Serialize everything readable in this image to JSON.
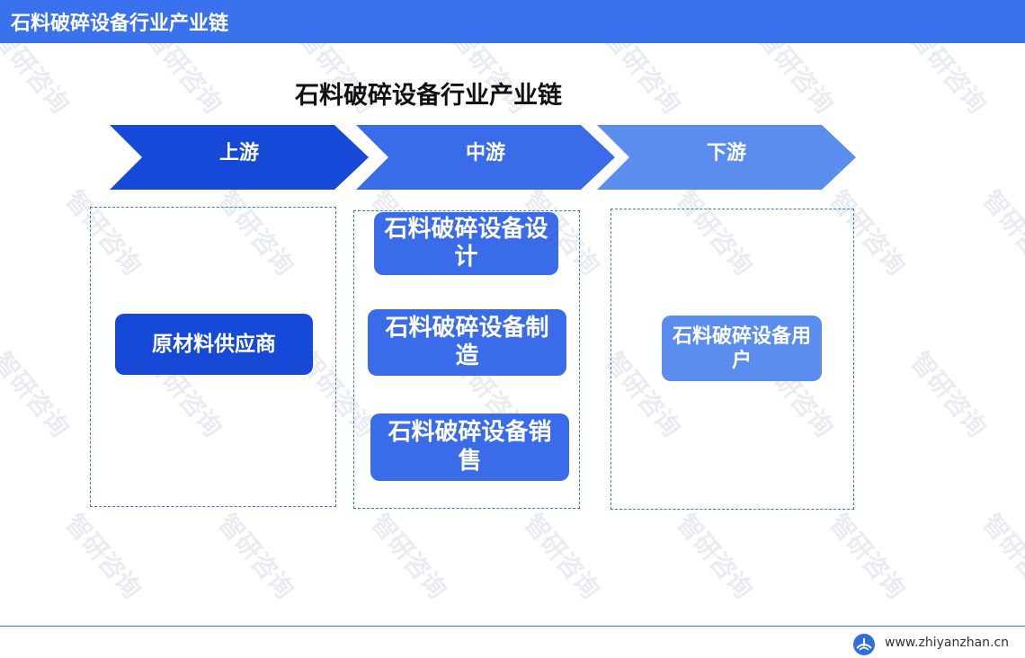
{
  "header": {
    "title": "石料破碎设备行业产业链"
  },
  "diagram": {
    "title": "石料破碎设备行业产业链",
    "stages": [
      {
        "label": "上游",
        "color": "#1749d8",
        "nodes": [
          "原材料供应商"
        ]
      },
      {
        "label": "中游",
        "color": "#3a6cea",
        "nodes": [
          "石料破碎设备设计",
          "石料破碎设备制造",
          "石料破碎设备销售"
        ]
      },
      {
        "label": "下游",
        "color": "#5a8ded",
        "nodes": [
          "石料破碎设备用户"
        ]
      }
    ]
  },
  "watermark": {
    "text": "智研咨询"
  },
  "footer": {
    "logo_icon": "zhiyan-logo-icon",
    "url": "www.zhiyanzhan.cn"
  },
  "colors": {
    "header_bar": "#3a71ec",
    "panel_border": "#3a77d8"
  }
}
